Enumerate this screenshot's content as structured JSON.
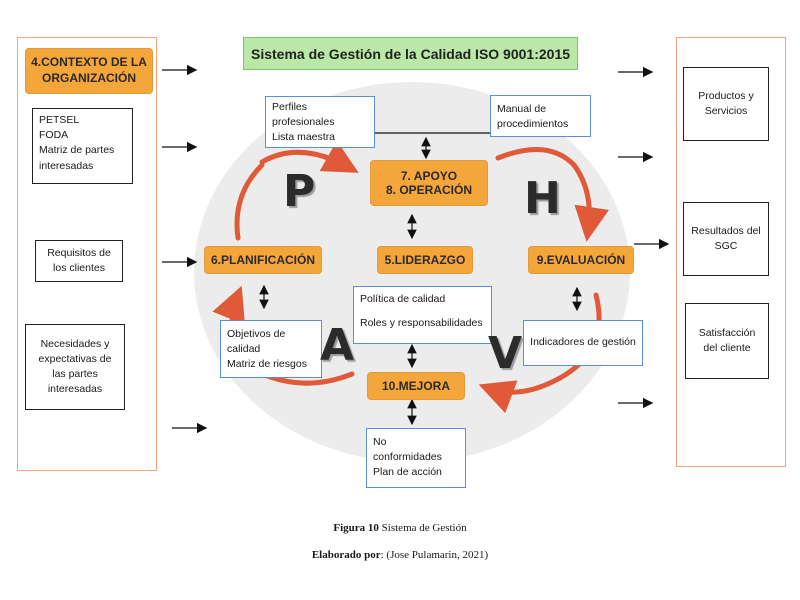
{
  "title": "Sistema de Gestión de la Calidad ISO 9001:2015",
  "left": {
    "header": "4.CONTEXTO DE LA ORGANIZACIÓN",
    "box1": [
      "PETSEL",
      "FODA",
      "Matriz de partes",
      "interesadas"
    ],
    "box2": "Requisitos de los clientes",
    "box3": "Necesidades y expectativas de las partes interesadas"
  },
  "right": {
    "box1": "Productos y Servicios",
    "box2": "Resultados del SGC",
    "box3": "Satisfacción del cliente"
  },
  "center": {
    "perfiles": [
      "Perfiles",
      "profesionales",
      "Lista maestra"
    ],
    "manual": "Manual de procedimientos",
    "apoyo": "7. APOYO",
    "operacion": "8. OPERACIÓN",
    "planificacion": "6.PLANIFICACIÓN",
    "liderazgo": "5.LIDERAZGO",
    "evaluacion": "9.EVALUACIÓN",
    "politica": "Política de calidad",
    "roles": "Roles y responsabilidades",
    "objetivos": [
      "Objetivos de",
      "calidad",
      "Matriz de riesgos"
    ],
    "indicadores": "Indicadores de gestión",
    "mejora": "10.MEJORA",
    "noconf": [
      "No",
      "conformidades",
      "Plan de acción"
    ]
  },
  "pdca": {
    "p": "P",
    "h": "H",
    "a": "A",
    "v": "V"
  },
  "caption": {
    "fig_label": "Figura 10",
    "fig_text": "Sistema de Gestión",
    "by_label": "Elaborado por",
    "by_text": ": (Jose Pulamarin, 2021)"
  },
  "colors": {
    "orange": "#f5a63b",
    "panel_border": "#f0a57c",
    "title_bg": "#b9e8a7",
    "arrow_red": "#e05a3a",
    "box_blue": "#5b8fd6"
  }
}
